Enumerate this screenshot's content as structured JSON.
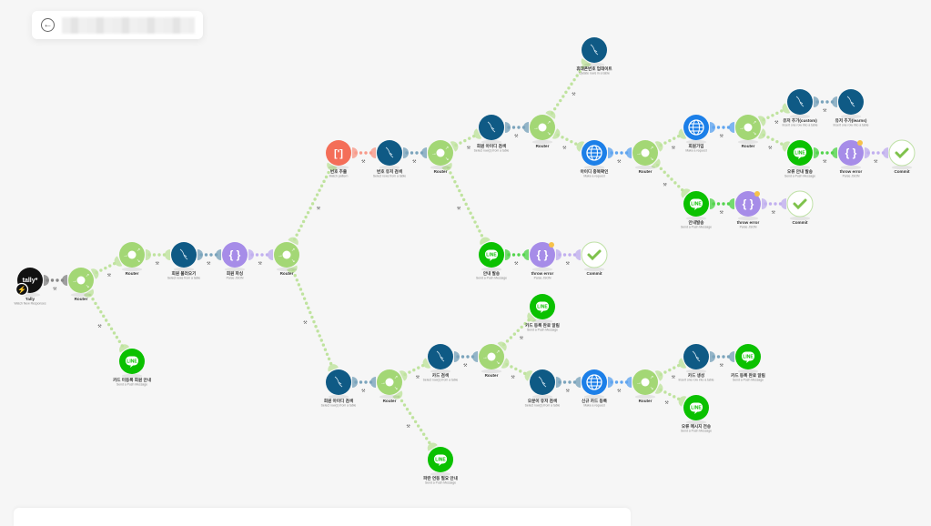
{
  "header": {
    "back_icon": "arrow-left-circle-icon",
    "title": "(blurred scenario name)"
  },
  "colors": {
    "router": "#a3d775",
    "mysql": "#0f5a85",
    "json": "#a68ce8",
    "line": "#0bc100",
    "http": "#1c7fe8",
    "regex": "#f46e58",
    "tally": "#111111",
    "commit": "#7fc24c"
  },
  "nodes": [
    {
      "id": "tally",
      "type": "tally",
      "label": "Tally",
      "sub": "Watch New Responses",
      "badge": "tally*"
    },
    {
      "id": "r1",
      "type": "router",
      "label": "Router",
      "sub": ""
    },
    {
      "id": "r2",
      "type": "router",
      "label": "Router",
      "sub": ""
    },
    {
      "id": "sql1",
      "type": "mysql",
      "label": "회원 불러오기",
      "sub": "Select rows from a table"
    },
    {
      "id": "json1",
      "type": "json",
      "label": "회원 파싱",
      "sub": "Parse JSON"
    },
    {
      "id": "r3",
      "type": "router",
      "label": "Router",
      "sub": ""
    },
    {
      "id": "line1",
      "type": "line",
      "label": "카드 미등록 회원 안내",
      "sub": "Send a Push Message"
    },
    {
      "id": "regex",
      "type": "regex",
      "label": "번호 추출",
      "sub": "Match pattern"
    },
    {
      "id": "sql2",
      "type": "mysql",
      "label": "번호 유저 검색",
      "sub": "Select rows from a table"
    },
    {
      "id": "r4",
      "type": "router",
      "label": "Router",
      "sub": ""
    },
    {
      "id": "sql3",
      "type": "mysql",
      "label": "회원 아이디 검색",
      "sub": "Select row(s) from a table"
    },
    {
      "id": "r5",
      "type": "router",
      "label": "Router",
      "sub": ""
    },
    {
      "id": "sql4",
      "type": "mysql",
      "label": "휴대폰번호 업데이트",
      "sub": "Update rows in a table"
    },
    {
      "id": "http1",
      "type": "http",
      "label": "아이디 중복확인",
      "sub": "Make a request"
    },
    {
      "id": "r6",
      "type": "router",
      "label": "Router",
      "sub": ""
    },
    {
      "id": "http2",
      "type": "http",
      "label": "회원가입",
      "sub": "Make a request"
    },
    {
      "id": "r7",
      "type": "router",
      "label": "Router",
      "sub": ""
    },
    {
      "id": "sql5",
      "type": "mysql",
      "label": "유저 추가(custom)",
      "sub": "Insert one row into a table"
    },
    {
      "id": "sql6",
      "type": "mysql",
      "label": "유저 추가(learns)",
      "sub": "Insert one row into a table"
    },
    {
      "id": "line2",
      "type": "line",
      "label": "오류 안내 발송",
      "sub": "Send a Push Message"
    },
    {
      "id": "json2",
      "type": "json",
      "label": "throw error",
      "sub": "Parse JSON"
    },
    {
      "id": "commit1",
      "type": "commit",
      "label": "Commit",
      "sub": ""
    },
    {
      "id": "line3",
      "type": "line",
      "label": "안내발송",
      "sub": "Send a Push Message"
    },
    {
      "id": "json3",
      "type": "json",
      "label": "throw error",
      "sub": "Parse JSON"
    },
    {
      "id": "commit2",
      "type": "commit",
      "label": "Commit",
      "sub": ""
    },
    {
      "id": "line4",
      "type": "line",
      "label": "안내 발송",
      "sub": "Send a Push Message"
    },
    {
      "id": "json4",
      "type": "json",
      "label": "throw error",
      "sub": "Parse JSON"
    },
    {
      "id": "commit3",
      "type": "commit",
      "label": "Commit",
      "sub": ""
    },
    {
      "id": "sql7",
      "type": "mysql",
      "label": "회원 아이디 검색",
      "sub": "Select row(s) from a table"
    },
    {
      "id": "r8",
      "type": "router",
      "label": "Router",
      "sub": ""
    },
    {
      "id": "sql8",
      "type": "mysql",
      "label": "카드 검색",
      "sub": "Select row(s) from a table"
    },
    {
      "id": "r9",
      "type": "router",
      "label": "Router",
      "sub": ""
    },
    {
      "id": "line5",
      "type": "line",
      "label": "카드 등록 완료 알림",
      "sub": "Send a Push Message"
    },
    {
      "id": "sql9",
      "type": "mysql",
      "label": "오분이 유저 검색",
      "sub": "Select row(s) from a table"
    },
    {
      "id": "http3",
      "type": "http",
      "label": "신규 카드 등록",
      "sub": "Make a request"
    },
    {
      "id": "r10",
      "type": "router",
      "label": "Router",
      "sub": ""
    },
    {
      "id": "sql10",
      "type": "mysql",
      "label": "카드 생성",
      "sub": "Insert one row into a table"
    },
    {
      "id": "line6",
      "type": "line",
      "label": "카드 등록 완료 알림",
      "sub": "Send a Push Message"
    },
    {
      "id": "line7",
      "type": "line",
      "label": "오류 메시지 전송",
      "sub": "Send a Push Message"
    },
    {
      "id": "line8",
      "type": "line",
      "label": "파란 연동 필요 안내",
      "sub": "Send a Push Message"
    }
  ],
  "edges": [
    [
      "tally",
      "r1"
    ],
    [
      "r1",
      "r2"
    ],
    [
      "r2",
      "sql1"
    ],
    [
      "sql1",
      "json1"
    ],
    [
      "json1",
      "r3"
    ],
    [
      "r1",
      "line1"
    ],
    [
      "r3",
      "regex"
    ],
    [
      "regex",
      "sql2"
    ],
    [
      "sql2",
      "r4"
    ],
    [
      "r4",
      "sql3"
    ],
    [
      "sql3",
      "r5"
    ],
    [
      "r5",
      "sql4"
    ],
    [
      "r5",
      "http1"
    ],
    [
      "http1",
      "r6"
    ],
    [
      "r6",
      "http2"
    ],
    [
      "http2",
      "r7"
    ],
    [
      "r7",
      "sql5"
    ],
    [
      "sql5",
      "sql6"
    ],
    [
      "r7",
      "line2"
    ],
    [
      "line2",
      "json2"
    ],
    [
      "json2",
      "commit1"
    ],
    [
      "r6",
      "line3"
    ],
    [
      "line3",
      "json3"
    ],
    [
      "json3",
      "commit2"
    ],
    [
      "r4",
      "line4"
    ],
    [
      "line4",
      "json4"
    ],
    [
      "json4",
      "commit3"
    ],
    [
      "r3",
      "sql7"
    ],
    [
      "sql7",
      "r8"
    ],
    [
      "r8",
      "sql8"
    ],
    [
      "sql8",
      "r9"
    ],
    [
      "r9",
      "line5"
    ],
    [
      "r9",
      "sql9"
    ],
    [
      "sql9",
      "http3"
    ],
    [
      "http3",
      "r10"
    ],
    [
      "r10",
      "sql10"
    ],
    [
      "sql10",
      "line6"
    ],
    [
      "r10",
      "line7"
    ],
    [
      "r8",
      "line8"
    ]
  ]
}
